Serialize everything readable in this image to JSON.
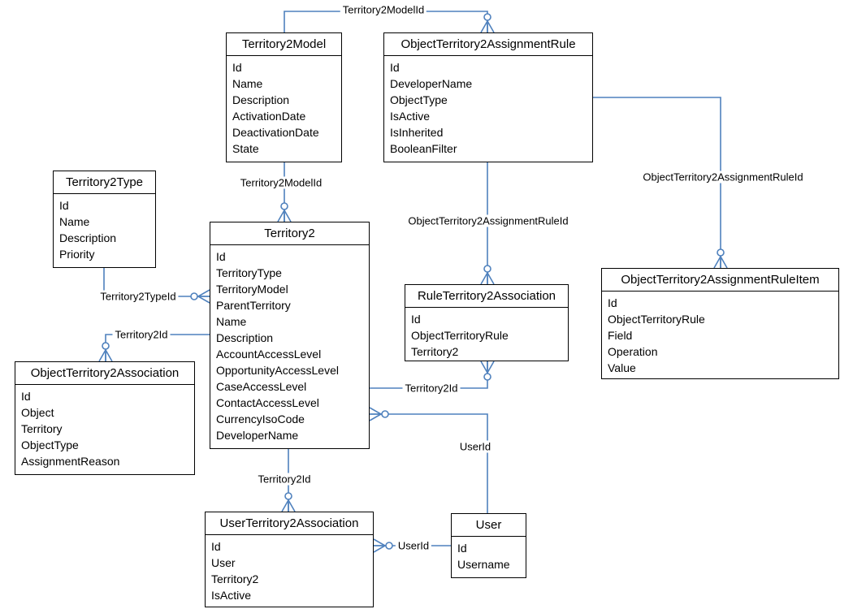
{
  "colors": {
    "connector_line": "#4f81bd",
    "entity_border": "#000000",
    "entity_background": "#ffffff",
    "canvas_background": "#ffffff",
    "text": "#000000"
  },
  "entities": [
    {
      "title": "Territory2Model",
      "fields": [
        "Id",
        "Name",
        "Description",
        "ActivationDate",
        "DeactivationDate",
        "State"
      ]
    },
    {
      "title": "ObjectTerritory2AssignmentRule",
      "fields": [
        "Id",
        "DeveloperName",
        "ObjectType",
        "IsActive",
        "IsInherited",
        "BooleanFilter"
      ]
    },
    {
      "title": "Territory2Type",
      "fields": [
        "Id",
        "Name",
        "Description",
        "Priority"
      ]
    },
    {
      "title": "Territory2",
      "fields": [
        "Id",
        "TerritoryType",
        "TerritoryModel",
        "ParentTerritory",
        "Name",
        "Description",
        "AccountAccessLevel",
        "OpportunityAccessLevel",
        "CaseAccessLevel",
        "ContactAccessLevel",
        "CurrencyIsoCode",
        "DeveloperName"
      ]
    },
    {
      "title": "RuleTerritory2Association",
      "fields": [
        "Id",
        "ObjectTerritoryRule",
        "Territory2"
      ]
    },
    {
      "title": "ObjectTerritory2AssignmentRuleItem",
      "fields": [
        "Id",
        "ObjectTerritoryRule",
        "Field",
        "Operation",
        "Value"
      ]
    },
    {
      "title": "ObjectTerritory2Association",
      "fields": [
        "Id",
        "Object",
        "Territory",
        "ObjectType",
        "AssignmentReason"
      ]
    },
    {
      "title": "UserTerritory2Association",
      "fields": [
        "Id",
        "User",
        "Territory2",
        "IsActive"
      ]
    },
    {
      "title": "User",
      "fields": [
        "Id",
        "Username"
      ]
    }
  ],
  "connectors": [
    {
      "label": "Territory2ModelId",
      "from": "Territory2Model",
      "to": "ObjectTerritory2AssignmentRule",
      "many_side": "ObjectTerritory2AssignmentRule"
    },
    {
      "label": "Territory2ModelId",
      "from": "Territory2Model",
      "to": "Territory2",
      "many_side": "Territory2"
    },
    {
      "label": "ObjectTerritory2AssignmentRuleId",
      "from": "ObjectTerritory2AssignmentRule",
      "to": "RuleTerritory2Association",
      "many_side": "RuleTerritory2Association"
    },
    {
      "label": "ObjectTerritory2AssignmentRuleId",
      "from": "ObjectTerritory2AssignmentRule",
      "to": "ObjectTerritory2AssignmentRuleItem",
      "many_side": "ObjectTerritory2AssignmentRuleItem"
    },
    {
      "label": "Territory2TypeId",
      "from": "Territory2Type",
      "to": "Territory2",
      "many_side": "Territory2"
    },
    {
      "label": "Territory2Id",
      "from": "Territory2",
      "to": "ObjectTerritory2Association",
      "many_side": "ObjectTerritory2Association"
    },
    {
      "label": "Territory2Id",
      "from": "Territory2",
      "to": "RuleTerritory2Association",
      "many_side": "RuleTerritory2Association"
    },
    {
      "label": "UserId",
      "from": "User",
      "to": "Territory2",
      "many_side": "Territory2"
    },
    {
      "label": "Territory2Id",
      "from": "Territory2",
      "to": "UserTerritory2Association",
      "many_side": "UserTerritory2Association"
    },
    {
      "label": "UserId",
      "from": "User",
      "to": "UserTerritory2Association",
      "many_side": "UserTerritory2Association"
    }
  ]
}
